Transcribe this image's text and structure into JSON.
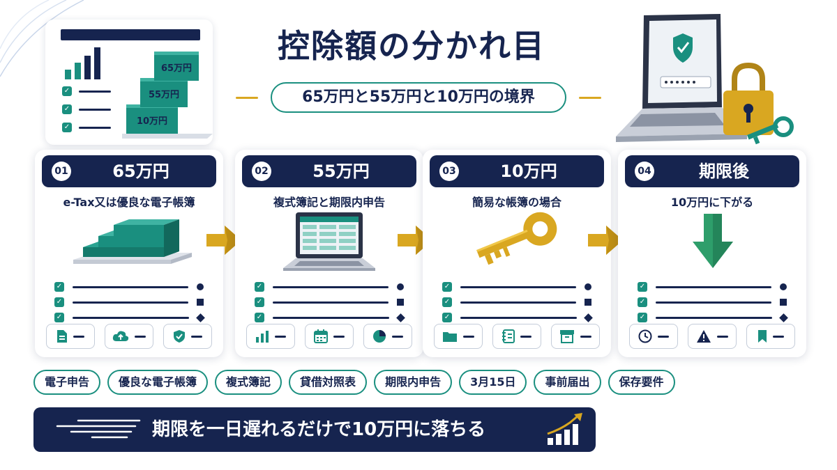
{
  "header": {
    "title": "控除額の分かれ目",
    "subtitle": "65万円と55万円と10万円の境界",
    "step_labels": [
      "65万円",
      "55万円",
      "10万円"
    ]
  },
  "cards": [
    {
      "num": "01",
      "amount": "65万円",
      "desc": "e-Tax又は優良な電子帳簿",
      "icons": [
        "document-icon",
        "cloud-upload-icon",
        "shield-check-icon"
      ]
    },
    {
      "num": "02",
      "amount": "55万円",
      "desc": "複式簿記と期限内申告",
      "icons": [
        "bar-chart-icon",
        "calendar-icon",
        "pie-chart-icon"
      ]
    },
    {
      "num": "03",
      "amount": "10万円",
      "desc": "簡易な帳簿の場合",
      "icons": [
        "folder-icon",
        "notebook-icon",
        "archive-box-icon"
      ]
    },
    {
      "num": "04",
      "amount": "期限後",
      "desc": "10万円に下がる",
      "icons": [
        "clock-icon",
        "warning-icon",
        "bookmark-icon"
      ]
    }
  ],
  "tags": [
    "電子申告",
    "優良な電子帳簿",
    "複式簿記",
    "貸借対照表",
    "期限内申告",
    "3月15日",
    "事前届出",
    "保存要件"
  ],
  "banner": {
    "text": "期限を一日遅れるだけで10万円に落ちる"
  },
  "colors": {
    "navy": "#16244f",
    "teal": "#1a8f7f",
    "gold": "#d9a721",
    "green": "#2e9e6b"
  }
}
